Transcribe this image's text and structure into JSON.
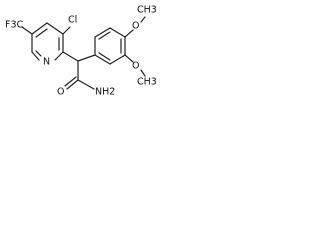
{
  "molecule": {
    "labels": {
      "cf3": "F3C",
      "cl": "Cl",
      "n_ring": "N",
      "o_top": "O",
      "ch3_top": "CH3",
      "o_mid": "O",
      "ch3_mid": "CH3",
      "o_amide": "O",
      "nh2": "NH2"
    }
  }
}
